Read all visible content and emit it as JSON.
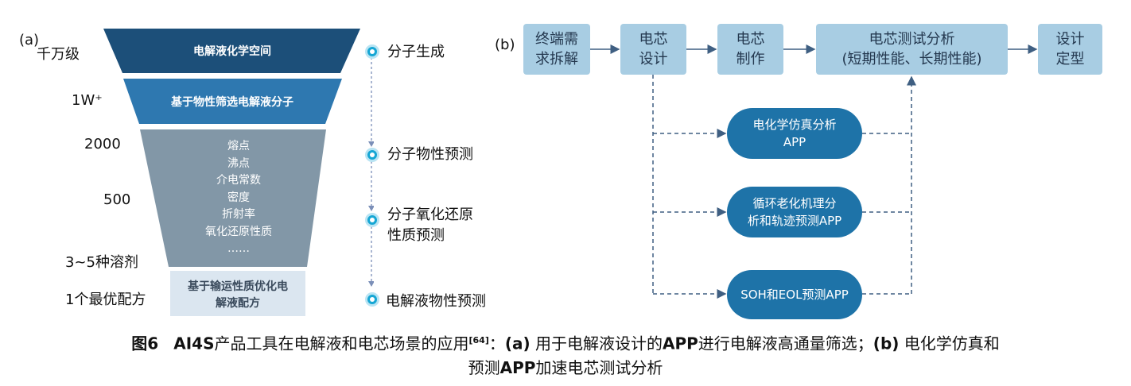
{
  "panel_a": {
    "tag": "(a)",
    "levels": [
      "千万级",
      "1W⁺",
      "2000",
      "500",
      "3~5种溶剂",
      "1个最优配方"
    ],
    "funnel": {
      "layer1": "电解液化学空间",
      "layer2": "基于物性筛选电解液分子",
      "layer3_items": [
        "熔点",
        "沸点",
        "介电常数",
        "密度",
        "折射率",
        "氧化还原性质",
        "……"
      ],
      "layer4": [
        "基于输运性质优化电",
        "解液配方"
      ]
    },
    "steps": [
      "分子生成",
      "分子物性预测",
      "分子氧化还原",
      "性质预测",
      "电解液物性预测"
    ],
    "colors": {
      "layer1": "#1c4f79",
      "layer2": "#2e78b0",
      "layer3": "#8297a7",
      "layer4": "#dbe6f0",
      "node": "#15a6d4"
    }
  },
  "panel_b": {
    "tag": "(b)",
    "flow": [
      [
        "终端需",
        "求拆解"
      ],
      [
        "电芯",
        "设计"
      ],
      [
        "电芯",
        "制作"
      ],
      [
        "电芯测试分析",
        "(短期性能、长期性能)"
      ],
      [
        "设计",
        "定型"
      ]
    ],
    "apps": [
      [
        "电化学仿真分析",
        "APP"
      ],
      [
        "循环老化机理分",
        "析和轨迹预测APP"
      ],
      [
        "SOH和EOL预测APP"
      ]
    ],
    "colors": {
      "flow_box": "#a8cde3",
      "app_box": "#1e73a8",
      "arrow": "#3f5f82"
    }
  },
  "caption": {
    "fig_num": "图6",
    "line1_a": "AI4S",
    "line1_b": "产品工具在电解液和电芯场景的应用",
    "ref": "[64]",
    "line1_c": "：",
    "a_tag": "(a)",
    "line1_d": "用于电解液设计的",
    "app1": "APP",
    "line1_e": "进行电解液高通量筛选；",
    "b_tag": "(b)",
    "line1_f": "电化学仿真和",
    "line2_a": "预测",
    "app2": "APP",
    "line2_b": "加速电芯测试分析"
  }
}
